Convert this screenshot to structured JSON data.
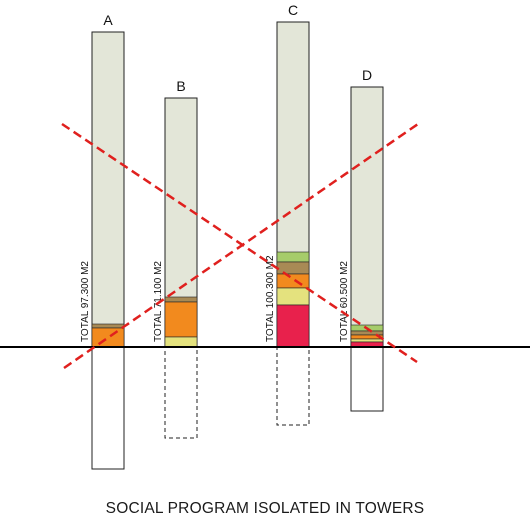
{
  "caption": "SOCIAL PROGRAM ISOLATED IN TOWERS",
  "colors": {
    "tower_fill": "#e3e6d8",
    "ground_line": "#000000",
    "cross_line": "#e0201e"
  },
  "towers": [
    {
      "letter": "A",
      "total_label": "TOTAL 97.300 M2"
    },
    {
      "letter": "B",
      "total_label": "TOTAL 71.100 M2"
    },
    {
      "letter": "C",
      "total_label": "TOTAL 100.300 M2"
    },
    {
      "letter": "D",
      "total_label": "TOTAL 60.500 M2"
    }
  ]
}
